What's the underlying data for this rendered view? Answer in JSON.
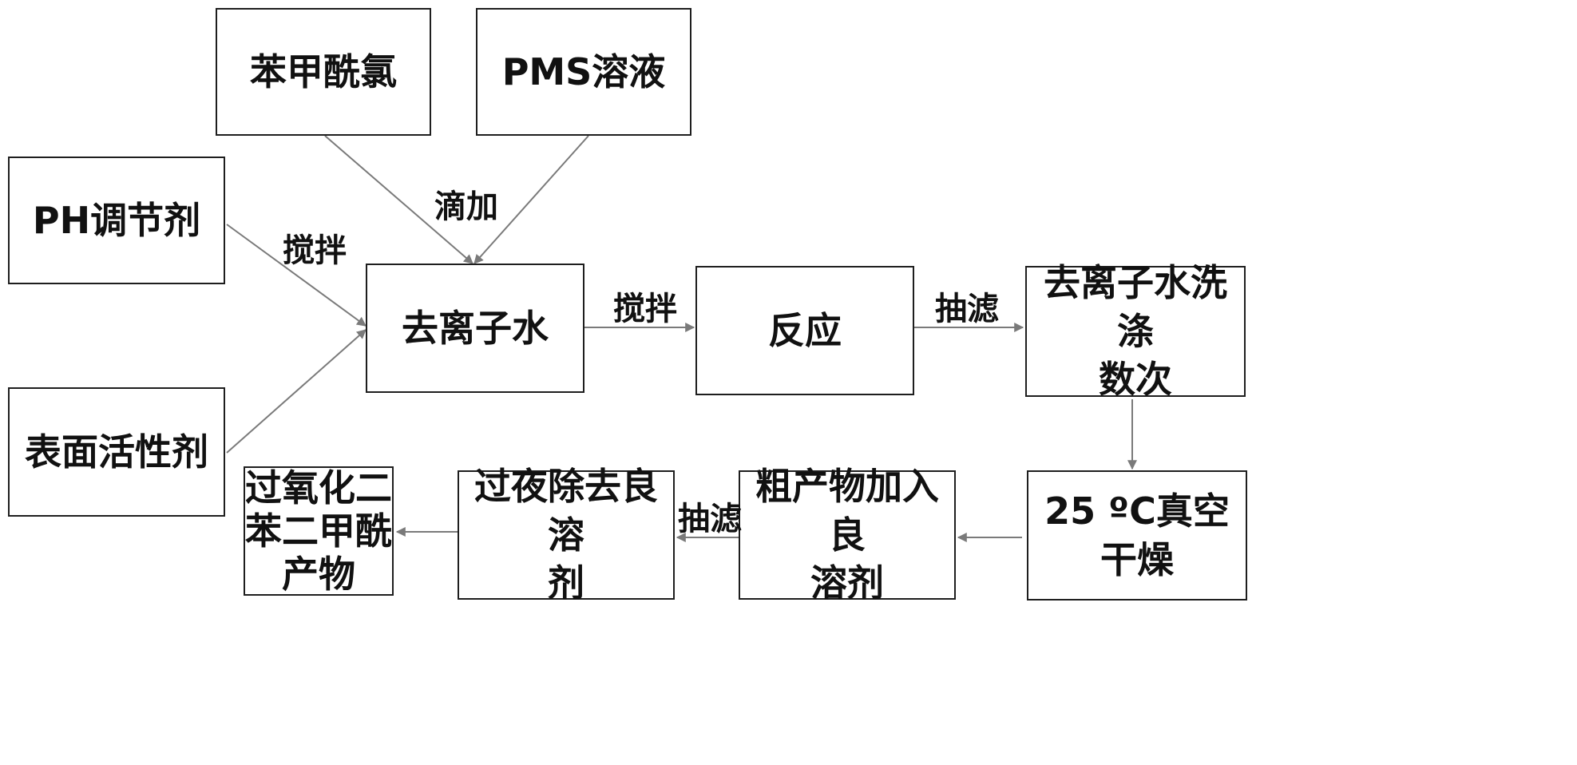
{
  "boxes": {
    "benjiaxianlv": "苯甲酰氯",
    "pms": "PMS溶液",
    "ph": "PH调节剂",
    "surfactant": "表面活性剂",
    "water": "去离子水",
    "reaction": "反应",
    "wash_l1": "去离子水洗涤",
    "wash_l2": "数次",
    "dry": "25 ºC真空干燥",
    "crude_l1": "粗产物加入良",
    "crude_l2": "溶剂",
    "overnight_l1": "过夜除去良溶",
    "overnight_l2": "剂",
    "product_l1": "过氧化二",
    "product_l2": "苯二甲酰",
    "product_l3": "产物"
  },
  "labels": {
    "dropwise": "滴加",
    "stir_left": "搅拌",
    "stir_mid": "搅拌",
    "filter_top": "抽滤",
    "filter_bottom": "抽滤"
  }
}
